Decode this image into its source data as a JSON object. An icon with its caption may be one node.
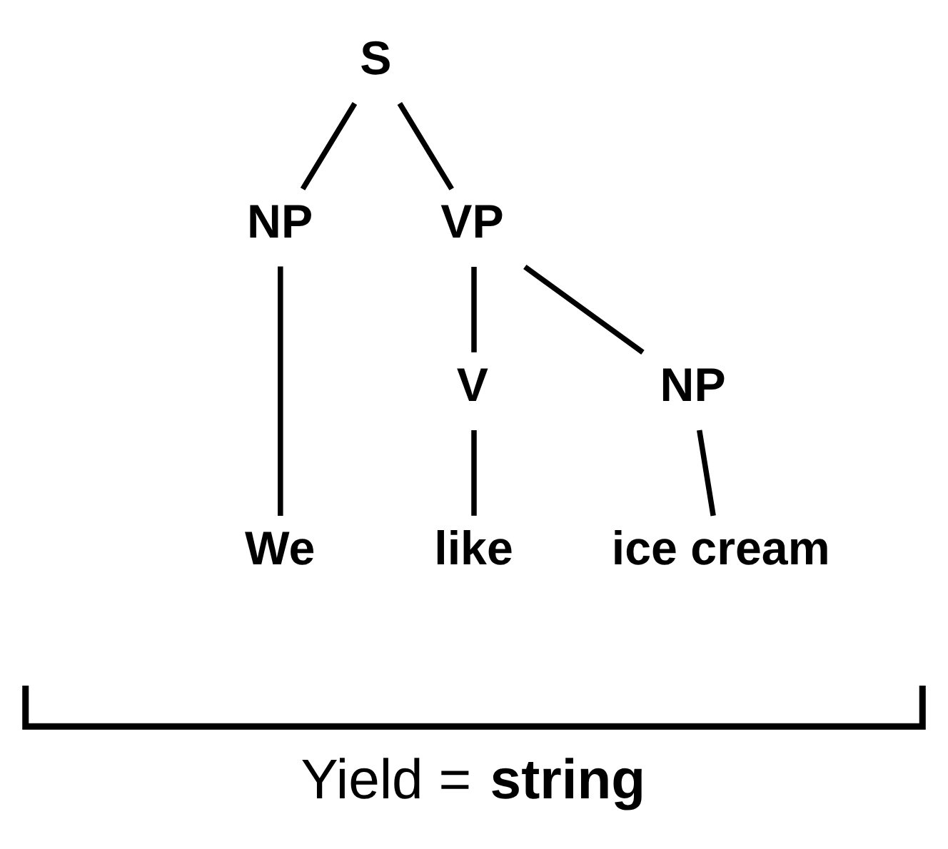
{
  "diagram": {
    "nodes": [
      {
        "text": [
          "S"
        ]
      },
      {
        "text": [
          "NP"
        ]
      },
      {
        "text": [
          "VP"
        ]
      },
      {
        "text": [
          "V"
        ]
      },
      {
        "text": [
          "NP"
        ]
      },
      {
        "text": [
          "We"
        ]
      },
      {
        "text": [
          "like"
        ]
      },
      {
        "text": [
          "ice cream"
        ]
      }
    ],
    "edges": [
      {
        "from": 0,
        "to": 1,
        "arrow": "none"
      },
      {
        "from": 0,
        "to": 2,
        "arrow": "none"
      },
      {
        "from": 2,
        "to": 3,
        "arrow": "none"
      },
      {
        "from": 2,
        "to": 4,
        "arrow": "none"
      },
      {
        "from": 1,
        "to": 5,
        "arrow": "none"
      },
      {
        "from": 3,
        "to": 6,
        "arrow": "none"
      },
      {
        "from": 4,
        "to": 7,
        "arrow": "none"
      }
    ],
    "labels": [
      "Yield = **string**"
    ]
  }
}
